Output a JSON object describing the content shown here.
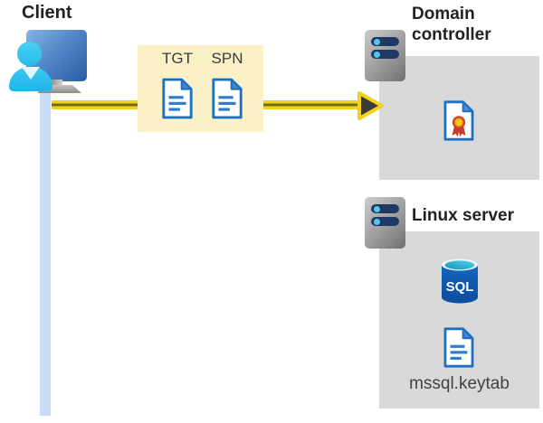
{
  "client": {
    "label": "Client"
  },
  "tickets": {
    "tgt_label": "TGT",
    "spn_label": "SPN"
  },
  "domain_controller": {
    "label": "Domain controller"
  },
  "linux_server": {
    "label": "Linux server",
    "sql_icon_label": "SQL",
    "keytab_filename": "mssql.keytab"
  },
  "icons": {
    "client": [
      "person-icon",
      "monitor-icon"
    ],
    "tickets": [
      "document-icon",
      "document-icon"
    ],
    "flow": [
      "arrow-right-icon"
    ],
    "domain_controller": [
      "server-icon",
      "certificate-icon"
    ],
    "linux_server": [
      "server-icon",
      "sql-database-icon",
      "document-icon"
    ]
  },
  "colors": {
    "panel_yellow": "#FAF2C6",
    "box_gray": "#D9D9D9",
    "arrow_yellow": "#F3D21A",
    "arrow_stripe": "#6F6D1C",
    "arrow_head_dark": "#3A3A3A",
    "connector_blue": "#C7DCF8",
    "document_blue": "#1E70C1",
    "person_cyan": "#2FC2EF",
    "label_dark": "#222222"
  }
}
